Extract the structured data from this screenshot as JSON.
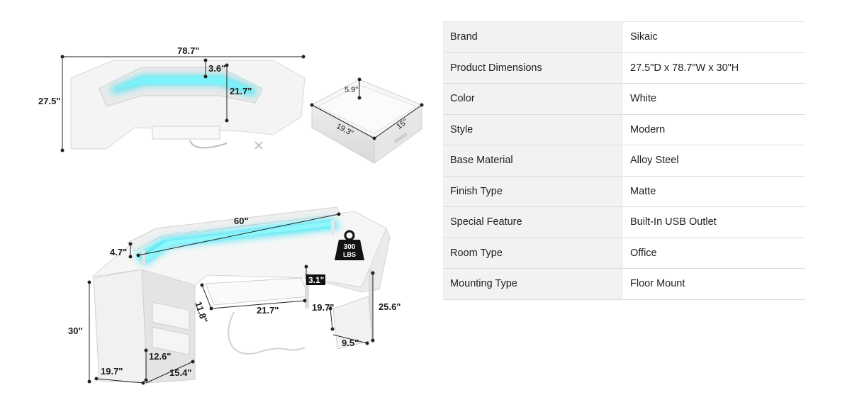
{
  "figure": {
    "top_view": {
      "width": "78.7\"",
      "depth": "27.5\"",
      "inner_depth": "21.7\"",
      "shelf_height": "3.6\""
    },
    "drawer": {
      "height": "5.9\"",
      "width": "19.3\"",
      "depth": "15\""
    },
    "main_view": {
      "shelf_length": "60\"",
      "shelf_height": "4.7\"",
      "weight_capacity_number": "300",
      "weight_capacity_unit": "LBS",
      "desk_height": "30\"",
      "tray_gap": "3.1\"",
      "tray_depth": "11.8\"",
      "tray_width": "21.7\"",
      "tower_depth": "19.7\"",
      "tower_height": "25.6\"",
      "tower_width": "9.5\"",
      "cabinet_gap": "12.6\"",
      "cabinet_depth": "19.7\"",
      "cabinet_width": "15.4\""
    }
  },
  "specs": [
    {
      "label": "Brand",
      "value": "Sikaic"
    },
    {
      "label": "Product Dimensions",
      "value": "27.5\"D x 78.7\"W x 30\"H"
    },
    {
      "label": "Color",
      "value": "White"
    },
    {
      "label": "Style",
      "value": "Modern"
    },
    {
      "label": "Base Material",
      "value": "Alloy Steel"
    },
    {
      "label": "Finish Type",
      "value": "Matte"
    },
    {
      "label": "Special Feature",
      "value": "Built-In USB Outlet"
    },
    {
      "label": "Room Type",
      "value": "Office"
    },
    {
      "label": "Mounting Type",
      "value": "Floor Mount"
    }
  ],
  "colors": {
    "led_glow": "#37e6f5",
    "desk_white": "#f3f3f3",
    "table_label_bg": "#f2f2f2"
  }
}
